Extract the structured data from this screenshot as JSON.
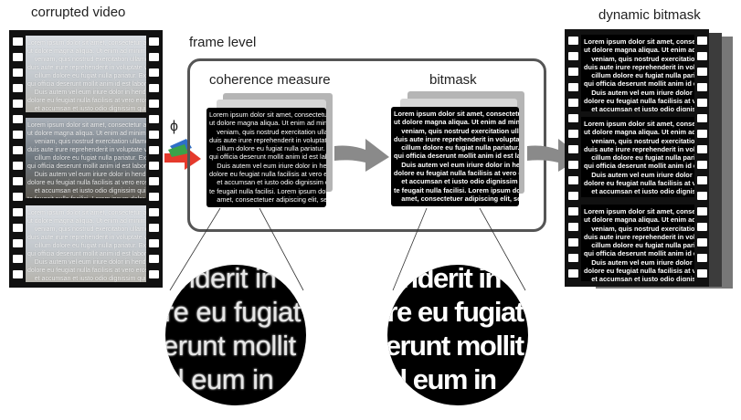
{
  "labels": {
    "corrupted_video": "corrupted video",
    "frame_level": "frame level",
    "coherence_measure": "coherence measure",
    "bitmask": "bitmask",
    "dynamic_bitmask": "dynamic bitmask",
    "phi": "ϕ"
  },
  "panel_text": "Lorem ipsum dolor sit amet, consectetur adipisi\nut dolore magna aliqua. Ut enim ad minim\n    veniam, quis nostrud exercitation ullamco labori\nduis aute irure reprehenderit in voluptate velit esse\n    cillum dolore eu fugiat nulla pariatur. Excepteur\nqui officia deserunt mollit anim id est laborum.\n    Duis autem vel eum iriure dolor in hendrerit in\ndolore eu feugiat nulla facilisis at vero eros\n    et accumsan et iusto odio dignissim qui blandit\nte feugait nulla facilisi. Lorem ipsum dolor sit\n    amet, consectetuer adipiscing elit, sed diam non",
  "zoom_text": "henderit in\nore eu fugiat\nserunt mollit\nvel eum in",
  "colors": {
    "film": "#111111",
    "box_border": "#555555",
    "arrow_gray": "#8a8a8a",
    "arrow_red": "#e53a2c",
    "arrow_green": "#3aa34a",
    "arrow_blue": "#2f6fc7"
  }
}
